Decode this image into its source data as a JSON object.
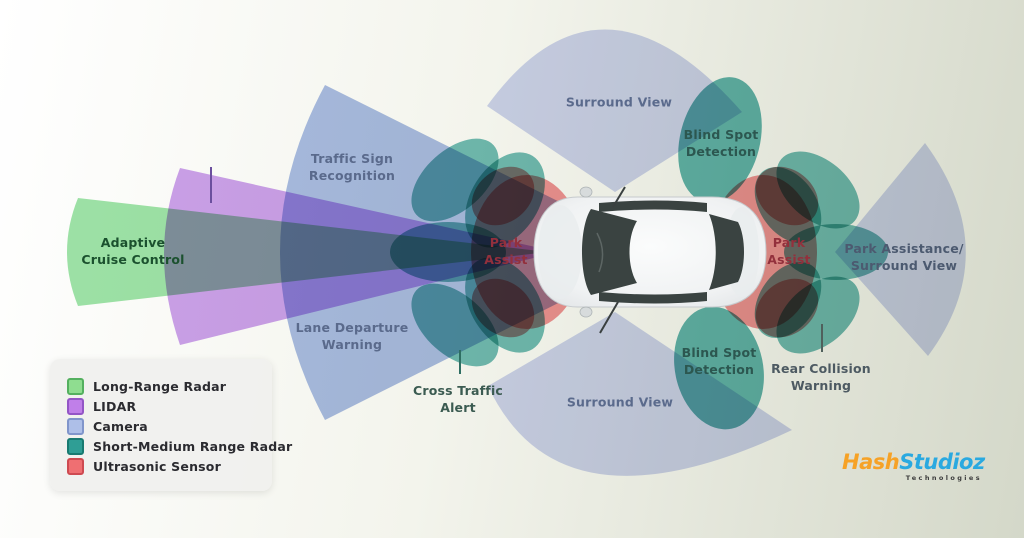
{
  "colors": {
    "background_left": "#ffffff",
    "background_right": "#d4d8c9",
    "long_range_radar": "#86dc92",
    "lidar": "#b87de6",
    "camera_front": "#94abdf",
    "camera_wide": "#c5cdee",
    "short_medium_radar": "#2f9d95",
    "ultrasonic": "#ec6b6e",
    "car_glass": "#3a4341",
    "car_body": "#f4f5f6"
  },
  "legend": {
    "items": [
      {
        "label": "Long-Range Radar",
        "swatch": "#8fdd90",
        "border": "#54b05f"
      },
      {
        "label": "LIDAR",
        "swatch": "#c07fe9",
        "border": "#9355c6"
      },
      {
        "label": "Camera",
        "swatch": "#aebfe8",
        "border": "#8095cb"
      },
      {
        "label": "Short-Medium Range Radar",
        "swatch": "#2f9e95",
        "border": "#187a71"
      },
      {
        "label": "Ultrasonic Sensor",
        "swatch": "#ef6f72",
        "border": "#ce4a51"
      }
    ]
  },
  "labels": [
    {
      "id": "adaptive-cruise-control",
      "text": "Adaptive\nCruise Control",
      "color": "#1b512e"
    },
    {
      "id": "traffic-sign-recognition",
      "text": "Traffic Sign\nRecognition",
      "color": "#5a6a8c"
    },
    {
      "id": "lane-departure-warning",
      "text": "Lane Departure\nWarning",
      "color": "#5a6a8c"
    },
    {
      "id": "surround-view-top",
      "text": "Surround View",
      "color": "#5a6a8c"
    },
    {
      "id": "blind-spot-detection-top",
      "text": "Blind Spot\nDetection",
      "color": "#2c5750"
    },
    {
      "id": "park-assist-front",
      "text": "Park\nAssist",
      "color": "#93303c"
    },
    {
      "id": "park-assist-rear",
      "text": "Park\nAssist",
      "color": "#93303c"
    },
    {
      "id": "cross-traffic-alert",
      "text": "Cross Traffic\nAlert",
      "color": "#3b5b51"
    },
    {
      "id": "surround-view-bottom",
      "text": "Surround View",
      "color": "#5a6a8c"
    },
    {
      "id": "blind-spot-detection-bottom",
      "text": "Blind Spot\nDetection",
      "color": "#2c5750"
    },
    {
      "id": "rear-collision-warning",
      "text": "Rear Collision\nWarning",
      "color": "#4d5a62"
    },
    {
      "id": "park-assistance-surround-view",
      "text": "Park Assistance/\nSurround View",
      "color": "#4c5a70"
    }
  ],
  "logo": {
    "word1": "Hash",
    "word2": "Studioz",
    "tagline": "Technologies",
    "word1_color": "#f6a226",
    "word2_color": "#2aa9e0",
    "tagline_color": "#3c3c3c"
  }
}
